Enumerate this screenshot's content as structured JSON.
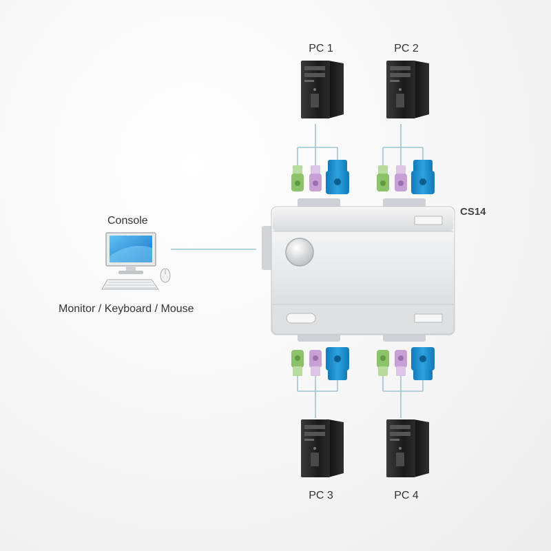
{
  "pcs": [
    {
      "label": "PC 1"
    },
    {
      "label": "PC 2"
    },
    {
      "label": "PC 3"
    },
    {
      "label": "PC 4"
    }
  ],
  "switch": {
    "model": "CS14"
  },
  "console": {
    "title": "Console",
    "caption": "Monitor / Keyboard / Mouse"
  },
  "colors": {
    "cable": "#9ec3d4",
    "connector_green": "#8cc36a",
    "connector_purple": "#c7a0d6",
    "connector_blue": "#1e8fcc",
    "tower": "#2a2a2a",
    "switch_body": "#e6e7e9"
  }
}
